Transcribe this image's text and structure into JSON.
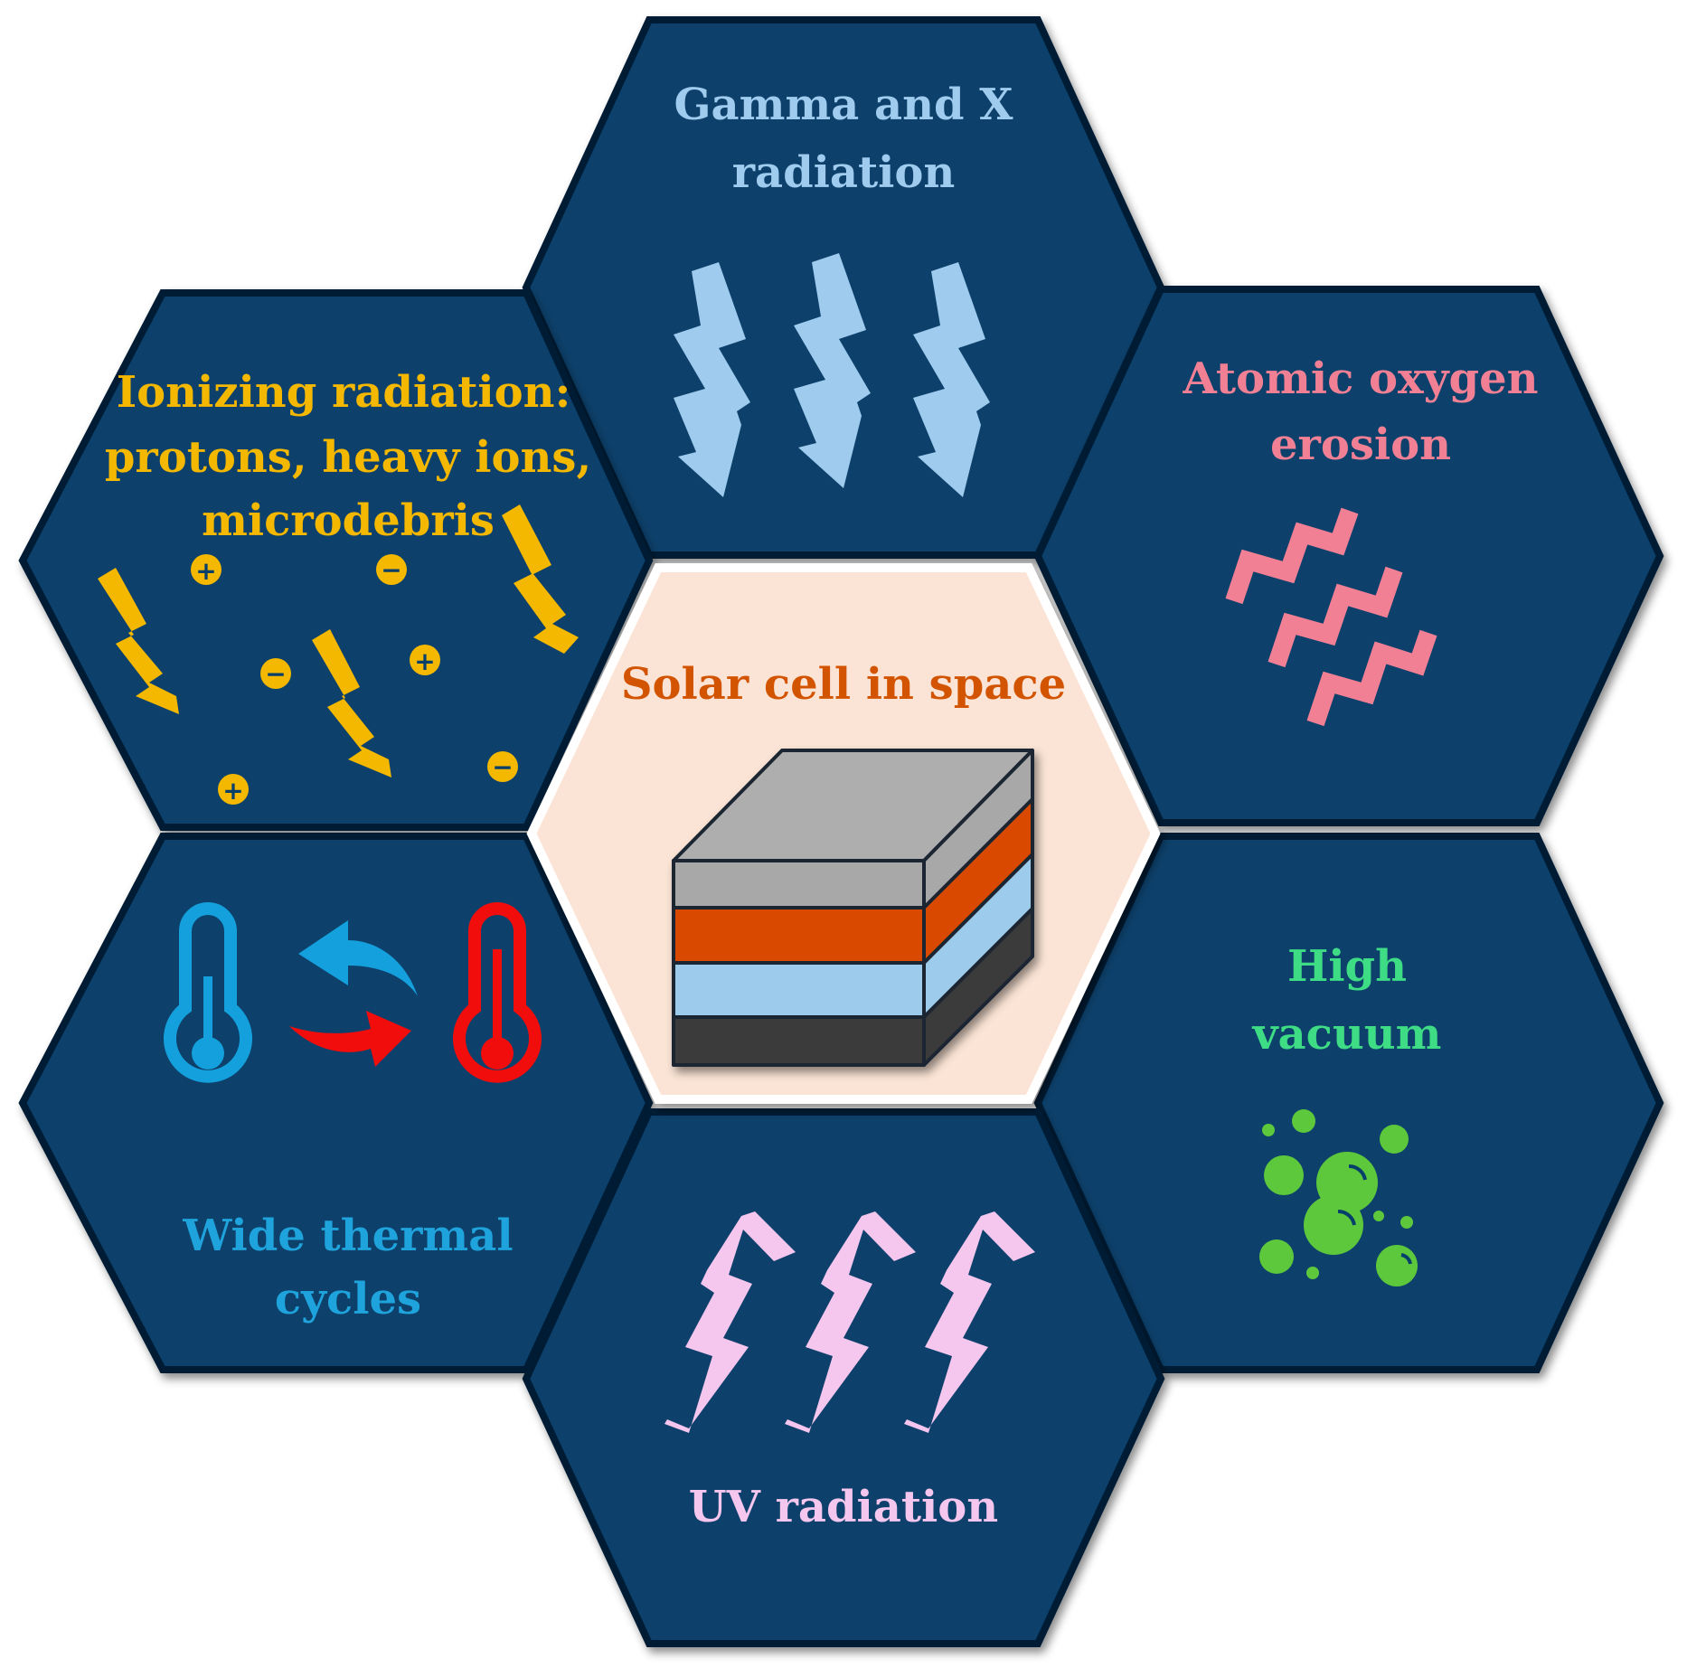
{
  "center": {
    "title": "Solar cell in space",
    "title_color": "#d35400",
    "fill": "#fbe4d5",
    "layers": [
      {
        "name": "top",
        "color": "#a8a8a8"
      },
      {
        "name": "orange",
        "color": "#d94a00"
      },
      {
        "name": "lightblue",
        "color": "#9ccbec"
      },
      {
        "name": "dark",
        "color": "#3a3a3a"
      }
    ]
  },
  "hexes": {
    "gamma": {
      "line1": "Gamma and X",
      "line2": "radiation",
      "color": "#9ecbee"
    },
    "ionizing": {
      "line1": "Ionizing  radiation:",
      "line2": "protons, heavy ions,",
      "line3": "microdebris",
      "color": "#f5b800",
      "plus": "+",
      "minus": "−"
    },
    "atomic": {
      "line1": "Atomic oxygen",
      "line2": "erosion",
      "color": "#f28095"
    },
    "thermal": {
      "line1": "Wide thermal",
      "line2": "cycles",
      "color": "#1fa3dc",
      "cold_color": "#13a0dc",
      "hot_color": "#f20d0d"
    },
    "vacuum": {
      "line1": "High",
      "line2": "vacuum",
      "color": "#3edc85",
      "bubble_color": "#5dc83c"
    },
    "uv": {
      "line1": "UV radiation",
      "color": "#f5c6ee"
    }
  },
  "hex_fill": "#073f6b",
  "hex_stroke": "#031f36"
}
